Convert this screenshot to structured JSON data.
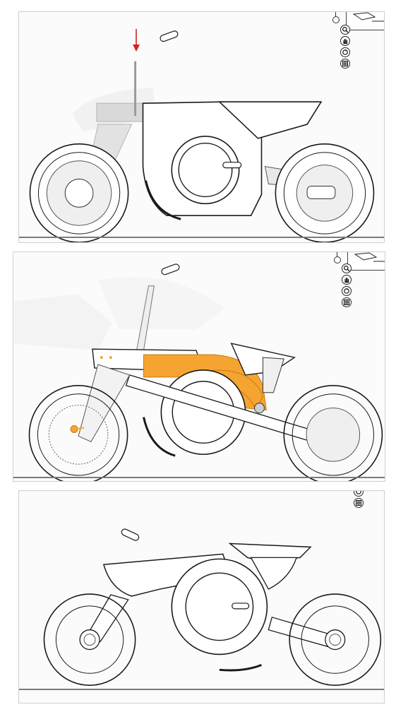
{
  "panels": [
    {
      "name": "viewport-top",
      "ui": "tools-and-minimap",
      "highlight": "none"
    },
    {
      "name": "viewport-middle",
      "ui": "tools-and-minimap",
      "highlight": "orange"
    },
    {
      "name": "viewport-bottom",
      "ui": "grid-tool-only",
      "highlight": "none"
    }
  ],
  "icons": {
    "zoom": "zoom-icon",
    "pan": "hand-pan-icon",
    "orbit": "orbit-rotate-icon",
    "grid": "grid-icon",
    "indicator": "red-arrow-icon",
    "pin": "pin-marker-icon"
  },
  "colors": {
    "highlight": "#f5a431",
    "indicator": "#d42020",
    "stroke": "#1a1a1a",
    "ghost": "#d9d9d9"
  }
}
